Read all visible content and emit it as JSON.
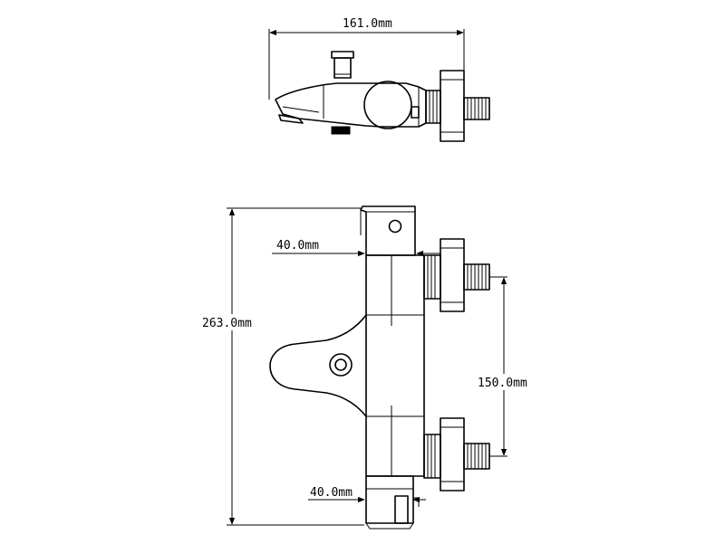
{
  "dimensions": {
    "top_width": "161.0mm",
    "height": "263.0mm",
    "offset_top": "40.0mm",
    "offset_bottom": "40.0mm",
    "centers": "150.0mm"
  },
  "colors": {
    "line": "#000000",
    "background": "#ffffff"
  }
}
